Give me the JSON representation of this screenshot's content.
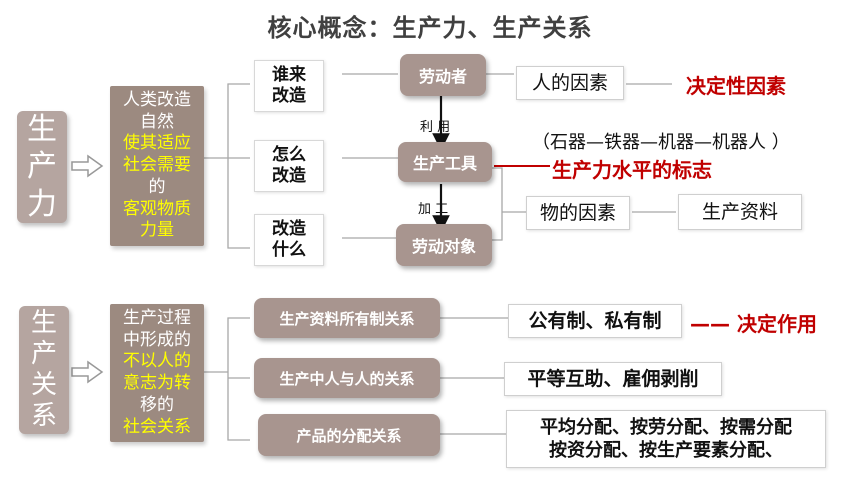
{
  "title": "核心概念：生产力、生产关系",
  "productivity": {
    "side_label": [
      "生",
      "产",
      "力"
    ],
    "desc": [
      {
        "text": "人类改造",
        "color": "white"
      },
      {
        "text": "自然",
        "color": "white"
      },
      {
        "text": "使其适应",
        "color": "yellow"
      },
      {
        "text": "社会需要",
        "color": "yellow"
      },
      {
        "text": "的",
        "color": "white"
      },
      {
        "text": "客观物质",
        "color": "yellow"
      },
      {
        "text": "力量",
        "color": "yellow"
      }
    ],
    "questions": [
      {
        "lines": [
          "谁来",
          "改造"
        ]
      },
      {
        "lines": [
          "怎么",
          "改造"
        ]
      },
      {
        "lines": [
          "改造",
          "什么"
        ]
      }
    ],
    "nodes": [
      "劳动者",
      "生产工具",
      "劳动对象"
    ],
    "arrow_labels": [
      "利  用",
      "加  工"
    ],
    "human_factor": "人的因素",
    "human_factor_note": "决定性因素",
    "tools_history": "（石器—铁器—机器—机器人  ）",
    "tools_note": "生产力水平的标志",
    "material_factor": "物的因素",
    "means_of_production": "生产资料"
  },
  "relations": {
    "side_label": [
      "生",
      "产",
      "关",
      "系"
    ],
    "desc": [
      {
        "text": "生产过程",
        "color": "white"
      },
      {
        "text": "中形成的",
        "color": "white"
      },
      {
        "text": "不以人的",
        "color": "yellow"
      },
      {
        "text": "意志为转",
        "color": "yellow"
      },
      {
        "text": "移的",
        "color": "white"
      },
      {
        "text": "社会关系",
        "color": "yellow"
      }
    ],
    "items": [
      {
        "label": "生产资料所有制关系",
        "answer": [
          "公有制、私有制"
        ],
        "note": "—— 决定作用"
      },
      {
        "label": "生产中人与人的关系",
        "answer": [
          "平等互助、雇佣剥削"
        ],
        "note": ""
      },
      {
        "label": "产品的分配关系",
        "answer": [
          "平均分配、按劳分配、按需分配",
          "按资分配、按生产要素分配、"
        ],
        "note": ""
      }
    ]
  }
}
